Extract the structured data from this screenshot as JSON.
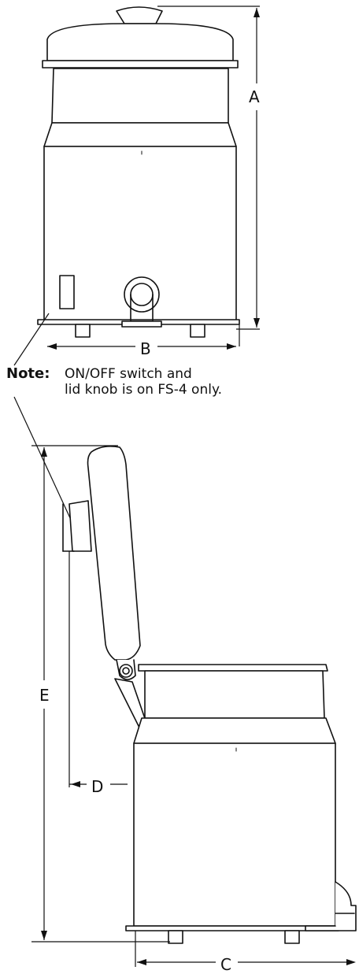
{
  "dimensions": {
    "a": "A",
    "b": "B",
    "c": "C",
    "d": "D",
    "e": "E"
  },
  "note": {
    "label": "Note:",
    "line1": "ON/OFF switch and",
    "line2": "lid knob is on FS-4 only."
  }
}
